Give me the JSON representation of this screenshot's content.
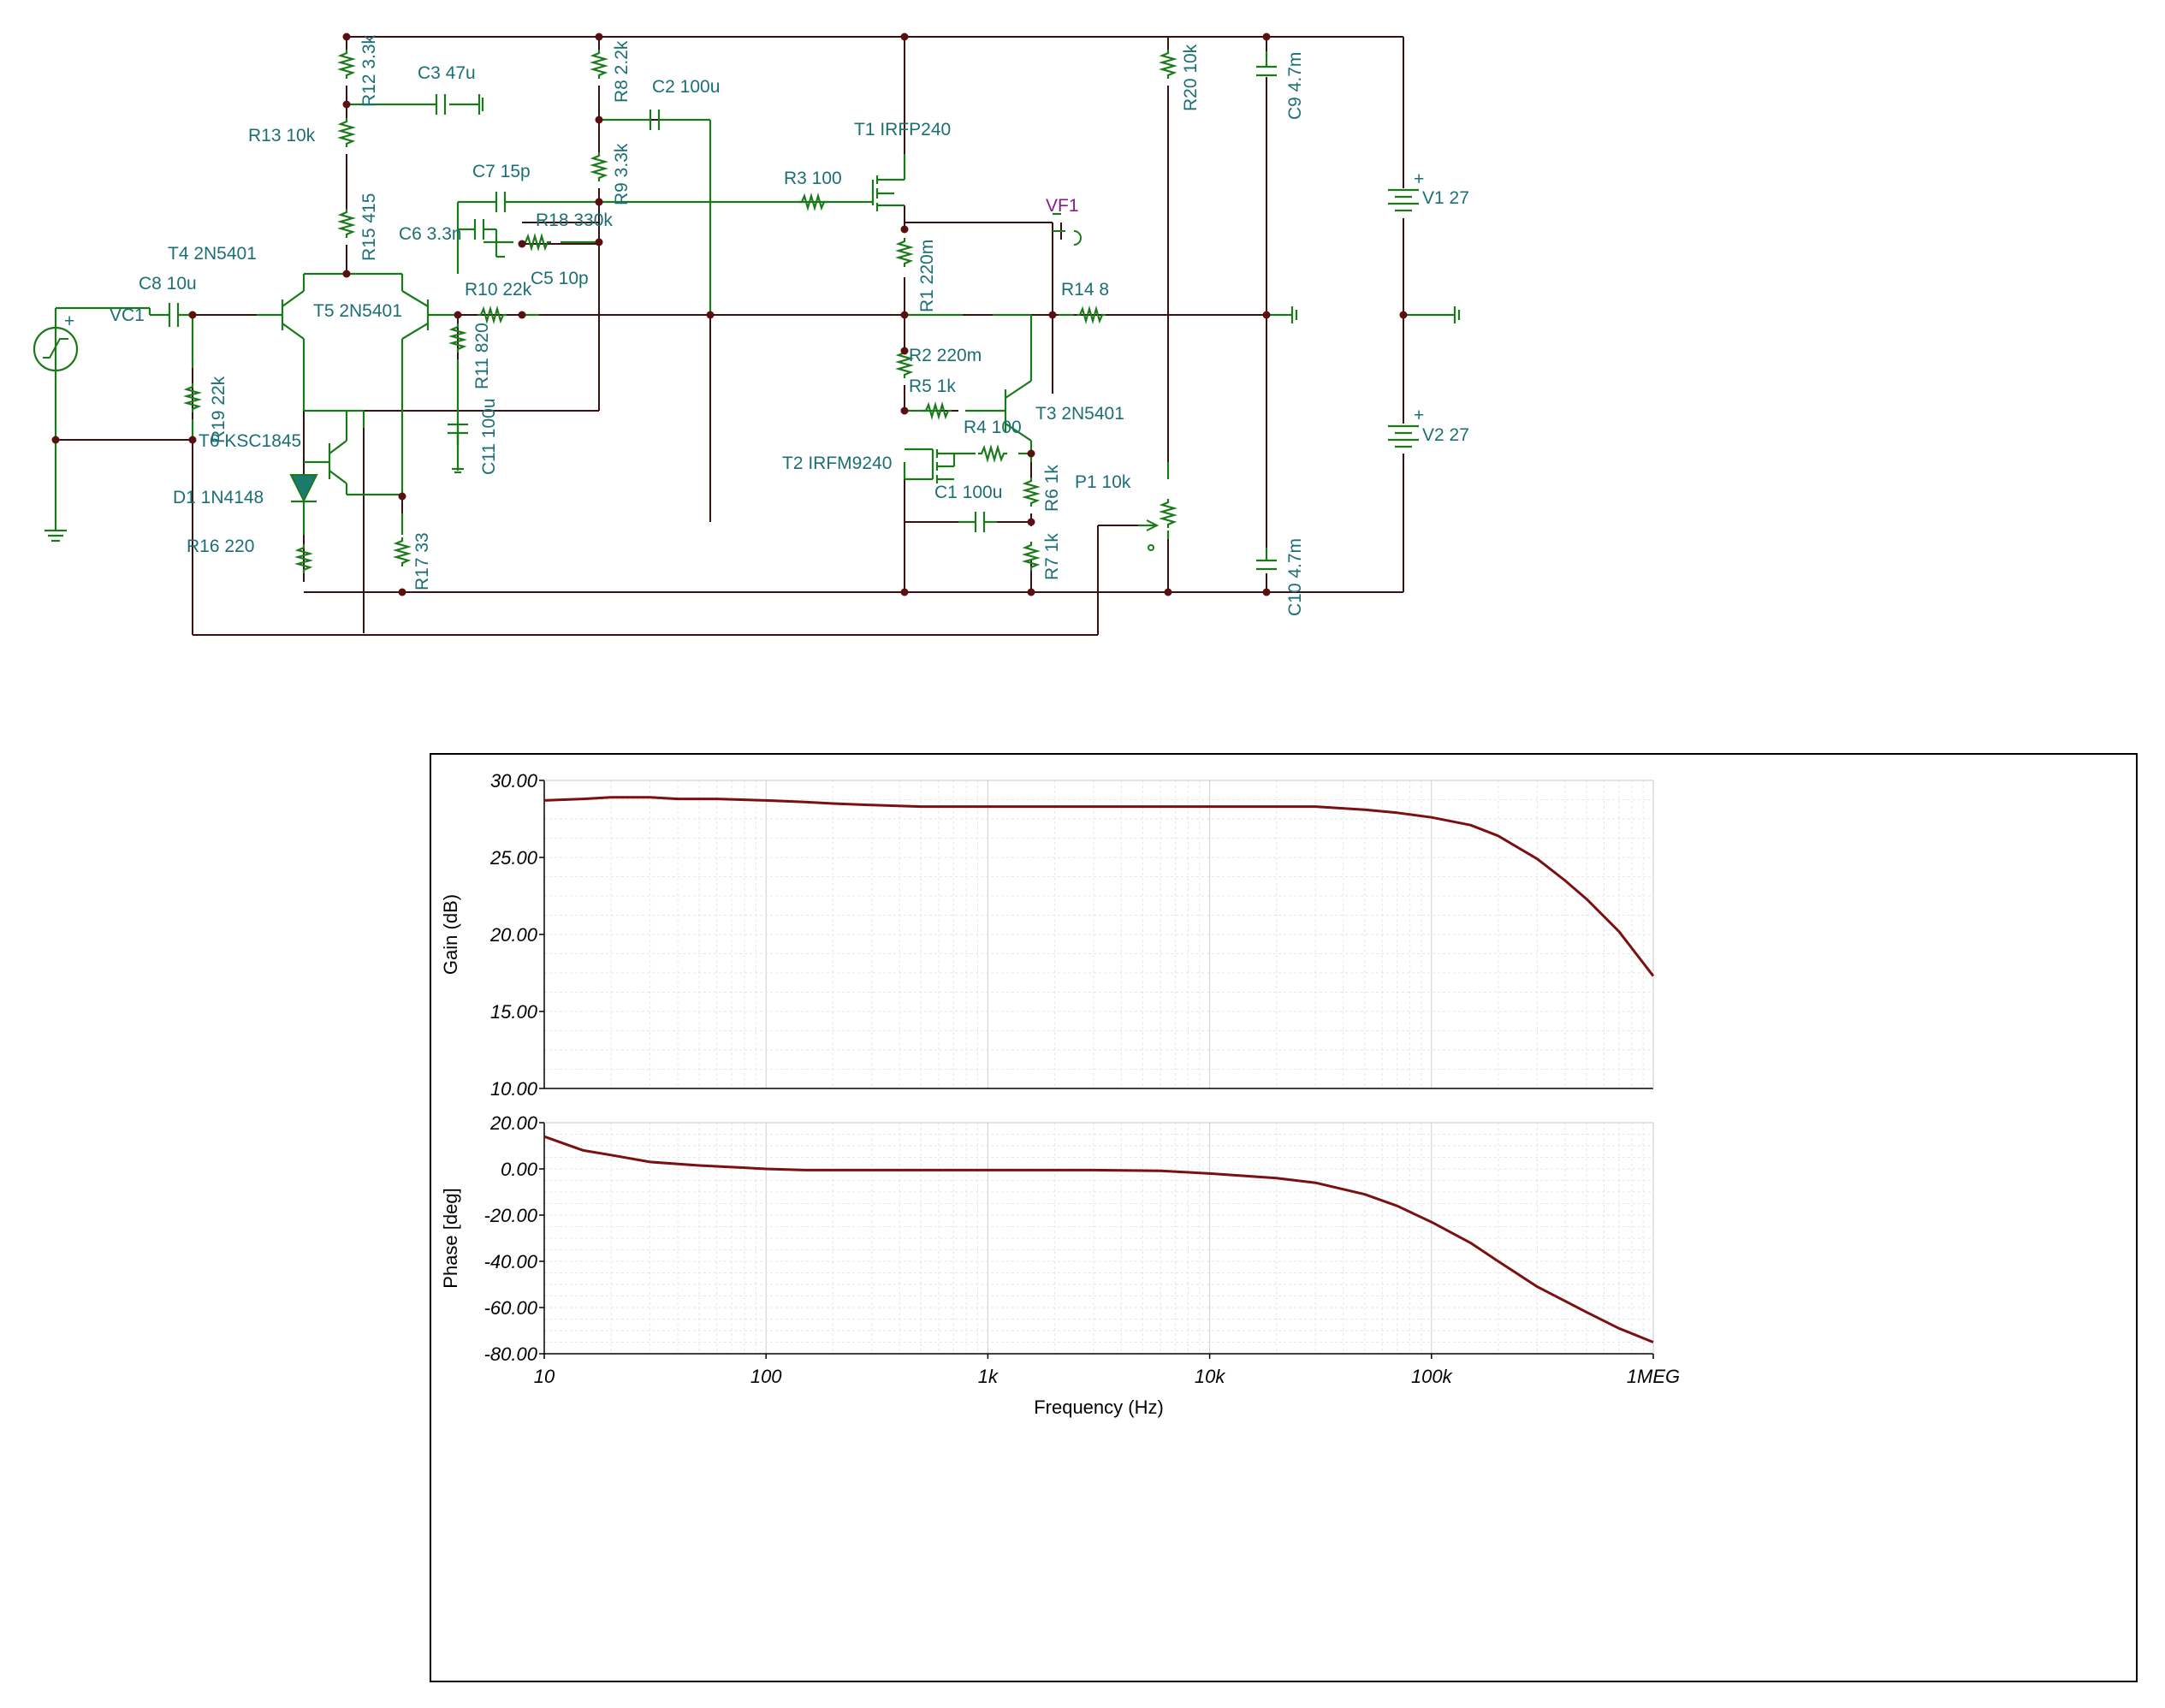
{
  "schematic": {
    "components": [
      {
        "id": "VC1",
        "label": "VC1"
      },
      {
        "id": "C8",
        "label": "C8 10u"
      },
      {
        "id": "T4",
        "label": "T4 2N5401"
      },
      {
        "id": "T5",
        "label": "T5 2N5401"
      },
      {
        "id": "T6",
        "label": "T6 KSC1845"
      },
      {
        "id": "D1",
        "label": "D1 1N4148"
      },
      {
        "id": "R16",
        "label": "R16 220"
      },
      {
        "id": "R17",
        "label": "R17 33"
      },
      {
        "id": "R19",
        "label": "R19 22k"
      },
      {
        "id": "R13",
        "label": "R13 10k"
      },
      {
        "id": "R12",
        "label": "R12 3.3k"
      },
      {
        "id": "C3",
        "label": "C3 47u"
      },
      {
        "id": "R15",
        "label": "R15 415"
      },
      {
        "id": "C6",
        "label": "C6 3.3n"
      },
      {
        "id": "C7",
        "label": "C7 15p"
      },
      {
        "id": "R18",
        "label": "R18 330k"
      },
      {
        "id": "C5",
        "label": "C5 10p"
      },
      {
        "id": "R10",
        "label": "R10 22k"
      },
      {
        "id": "R11",
        "label": "R11 820"
      },
      {
        "id": "C11",
        "label": "C11 100u"
      },
      {
        "id": "R8",
        "label": "R8 2.2k"
      },
      {
        "id": "R9",
        "label": "R9 3.3k"
      },
      {
        "id": "C2",
        "label": "C2 100u"
      },
      {
        "id": "R3",
        "label": "R3 100"
      },
      {
        "id": "T1",
        "label": "T1 IRFP240"
      },
      {
        "id": "VF1",
        "label": "VF1"
      },
      {
        "id": "R1",
        "label": "R1 220m"
      },
      {
        "id": "R14",
        "label": "R14 8"
      },
      {
        "id": "R2",
        "label": "R2 220m"
      },
      {
        "id": "R5",
        "label": "R5 1k"
      },
      {
        "id": "R4",
        "label": "R4 100"
      },
      {
        "id": "T3",
        "label": "T3 2N5401"
      },
      {
        "id": "T2",
        "label": "T2 IRFM9240"
      },
      {
        "id": "C1",
        "label": "C1 100u"
      },
      {
        "id": "R6",
        "label": "R6 1k"
      },
      {
        "id": "R7",
        "label": "R7 1k"
      },
      {
        "id": "P1",
        "label": "P1 10k"
      },
      {
        "id": "R20",
        "label": "R20 10k"
      },
      {
        "id": "C9",
        "label": "C9 4.7m"
      },
      {
        "id": "C10",
        "label": "C10 4.7m"
      },
      {
        "id": "V1",
        "label": "V1 27"
      },
      {
        "id": "V2",
        "label": "V2 27"
      }
    ],
    "plus_sign": "+"
  },
  "chart_data": {
    "type": "line",
    "x_scale": "log",
    "xlabel": "Frequency (Hz)",
    "x_ticks": [
      "10",
      "100",
      "1k",
      "10k",
      "100k",
      "1MEG"
    ],
    "x_tick_values": [
      10,
      100,
      1000,
      10000,
      100000,
      1000000
    ],
    "xlim": [
      10,
      1000000
    ],
    "grid": true,
    "line_color": "#7a1010",
    "panels": [
      {
        "ylabel": "Gain (dB)",
        "ylim": [
          10,
          30
        ],
        "y_ticks": [
          "30.00",
          "25.00",
          "20.00",
          "15.00",
          "10.00"
        ],
        "y_tick_values": [
          30,
          25,
          20,
          15,
          10
        ],
        "series": [
          {
            "x": [
              10,
              15,
              20,
              30,
              40,
              60,
              100,
              150,
              200,
              300,
              500,
              1000,
              3000,
              10000,
              30000,
              50000,
              70000,
              100000,
              150000,
              200000,
              300000,
              400000,
              500000,
              700000,
              1000000
            ],
            "y": [
              28.7,
              28.8,
              28.9,
              28.9,
              28.8,
              28.8,
              28.7,
              28.6,
              28.5,
              28.4,
              28.3,
              28.3,
              28.3,
              28.3,
              28.3,
              28.1,
              27.9,
              27.6,
              27.1,
              26.4,
              24.9,
              23.5,
              22.3,
              20.2,
              17.3
            ]
          }
        ]
      },
      {
        "ylabel": "Phase [deg]",
        "ylim": [
          -80,
          20
        ],
        "y_ticks": [
          "20.00",
          "0.00",
          "-20.00",
          "-40.00",
          "-60.00",
          "-80.00"
        ],
        "y_tick_values": [
          20,
          0,
          -20,
          -40,
          -60,
          -80
        ],
        "series": [
          {
            "x": [
              10,
              15,
              20,
              30,
              50,
              80,
              100,
              150,
              300,
              1000,
              3000,
              6000,
              10000,
              20000,
              30000,
              50000,
              70000,
              100000,
              150000,
              200000,
              300000,
              500000,
              700000,
              1000000
            ],
            "y": [
              14,
              8,
              6,
              3,
              1.5,
              0.5,
              0,
              -0.5,
              -0.5,
              -0.5,
              -0.5,
              -0.8,
              -2,
              -4,
              -6,
              -11,
              -16,
              -23,
              -32,
              -40,
              -51,
              -62,
              -69,
              -75
            ]
          }
        ]
      }
    ]
  }
}
